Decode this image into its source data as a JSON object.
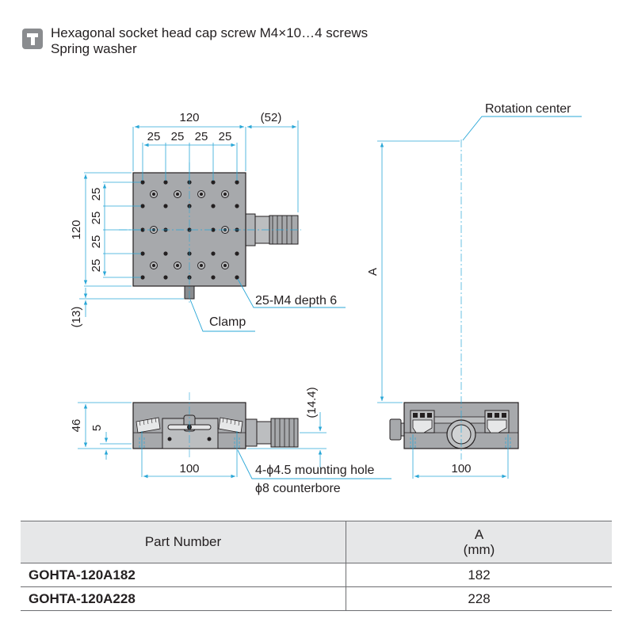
{
  "notes": {
    "screw": "Hexagonal socket head cap screw M4×10…4 screws",
    "washer": "Spring washer"
  },
  "top_view": {
    "width": "120",
    "overhang": "(52)",
    "pitch_x": [
      "25",
      "25",
      "25",
      "25"
    ],
    "height": "120",
    "pitch_y": [
      "25",
      "25",
      "25",
      "25"
    ],
    "clamp_offset": "(13)",
    "holes_callout": "25-M4 depth 6",
    "clamp_callout": "Clamp"
  },
  "front_view": {
    "total_height": "46",
    "inner_height": "5",
    "right_height": "(14.4)",
    "mount_spacing": "100",
    "mount_hole_callout": "4-ϕ4.5 mounting hole",
    "counterbore_callout": "ϕ8 counterbore"
  },
  "side_view": {
    "rotation_center": "Rotation center",
    "radius_label": "A",
    "mount_spacing": "100"
  },
  "table": {
    "header_part": "Part Number",
    "header_a": "A",
    "header_a_unit": "(mm)",
    "rows": [
      {
        "part": "GOHTA-120A182",
        "a": "182"
      },
      {
        "part": "GOHTA-120A228",
        "a": "228"
      }
    ]
  },
  "colors": {
    "dimension": "#2aa7d7",
    "body": "#a7a9ac",
    "outline": "#231f20",
    "table_header_bg": "#e6e7e8"
  }
}
